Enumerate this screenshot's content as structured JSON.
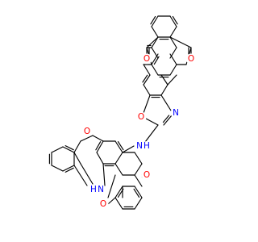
{
  "colors": {
    "background": "#ffffff",
    "bond": "#000000",
    "oxygen": "#ff0000",
    "nitrogen": "#0000ff"
  },
  "atoms": [
    {
      "id": "O1",
      "label": "O",
      "element": "O",
      "name": "ketone-oxygen-top-left"
    },
    {
      "id": "O2",
      "label": "O",
      "element": "O",
      "name": "ketone-oxygen-top-right"
    },
    {
      "id": "O3",
      "label": "O",
      "element": "O",
      "name": "oxazole-oxygen"
    },
    {
      "id": "N1",
      "label": "N",
      "element": "N",
      "name": "oxazole-nitrogen"
    },
    {
      "id": "N2",
      "label": "N",
      "element": "N",
      "name": "amine-nitrogen"
    },
    {
      "id": "H1",
      "label": "H",
      "element": "N",
      "name": "amine-hydrogen"
    },
    {
      "id": "O4",
      "label": "O",
      "element": "O",
      "name": "acridone-oxygen"
    },
    {
      "id": "O5",
      "label": "O",
      "element": "O",
      "name": "ketone-oxygen-right"
    },
    {
      "id": "N3",
      "label": "N",
      "element": "N",
      "name": "acridine-nitrogen"
    },
    {
      "id": "H2",
      "label": "H",
      "element": "N",
      "name": "acridine-hydrogen"
    },
    {
      "id": "O6",
      "label": "O",
      "element": "O",
      "name": "ketone-oxygen-bottom-left"
    }
  ]
}
